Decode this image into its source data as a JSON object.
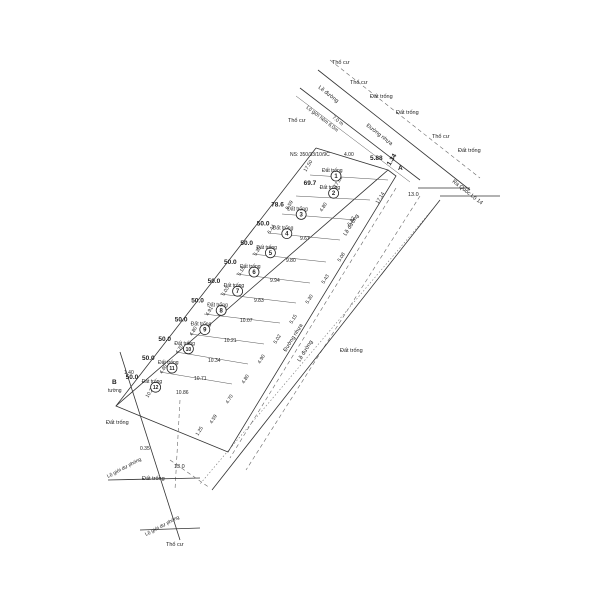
{
  "labels": {
    "tho_cu_1": "Thổ cư",
    "tho_cu_2": "Thổ cư",
    "le_duong_top": "Lề đường",
    "dat_trong_top1": "Đất trống",
    "dat_trong_top2": "Đất trống",
    "tho_cu_3": "Thổ cư",
    "tho_cu_left": "Thổ cư",
    "lo_gioi": "Lộ giới hẻm 6.0m",
    "width_7": "7.0 m",
    "duong_nhua_top": "Đường nhựa",
    "tho_cu_right": "Thổ cư",
    "dat_trong_right": "Đất trống",
    "ns": "NS: 350/33/10/9C",
    "ra_quoc_lo": "Ra Quốc Lộ 14",
    "d13": "13.0",
    "le_duong_mid": "Lề đường",
    "duong_nhua_mid": "Đường nhựa",
    "le_duong_lower": "Lề đường",
    "dat_trong_center": "Đất trống",
    "tuong": "tường",
    "dat_trong_left": "Đất trống",
    "lo_gioi_left": "Lộ giới dự phóng",
    "d035": "0.35",
    "d13_bottom": "13.0",
    "dat_trong_bottom": "Đất trống",
    "lo_gioi_bottom": "Lộ giới dự phóng",
    "tho_cu_bottom": "Thổ cư",
    "b_label": "B",
    "a_label": "A"
  },
  "lots": [
    {
      "number": "1",
      "area": "",
      "label": "Đất trống"
    },
    {
      "number": "2",
      "area": "69.7",
      "label": "Đất trống"
    },
    {
      "number": "3",
      "area": "78.6",
      "label": "Đất trống"
    },
    {
      "number": "4",
      "area": "50.0",
      "label": "Đất trống"
    },
    {
      "number": "5",
      "area": "50.0",
      "label": "Đất trống"
    },
    {
      "number": "6",
      "area": "50.0",
      "label": "Đất trống"
    },
    {
      "number": "7",
      "area": "50.0",
      "label": "Đất trống"
    },
    {
      "number": "8",
      "area": "50.0",
      "label": "Đất trống"
    },
    {
      "number": "9",
      "area": "50.0",
      "label": "Đất trống"
    },
    {
      "number": "10",
      "area": "50.0",
      "label": "Đất trống"
    },
    {
      "number": "11",
      "area": "50.0",
      "label": "Đất trống"
    },
    {
      "number": "12",
      "area": "50.0",
      "label": "Đất trống"
    }
  ],
  "dimensions": {
    "top_a": "4.00",
    "top_b": "5.88",
    "top_c": "1.34",
    "s1": "17.50",
    "s2": "17.08",
    "s3": "17.14",
    "w1": "5.59",
    "w2": "4.80",
    "w3": "5.82",
    "w4": "5.44",
    "w5": "5.30",
    "w6": "5.16",
    "w7": "5.03",
    "w8": "4.91",
    "w9": "4.80",
    "w10": "4.70",
    "w11": "4.60",
    "w12": "1.40",
    "d1": "9.67",
    "d2": "9.80",
    "d3": "9.94",
    "d4": "9.83",
    "d5": "10.07",
    "d6": "10.21",
    "d7": "10.34",
    "d8": "10.71",
    "d9": "10.86",
    "d10": "10.22",
    "e1": "5.08",
    "e2": "5.43",
    "e3": "5.30",
    "e4": "5.15",
    "e5": "5.02",
    "e6": "4.90",
    "e7": "4.80",
    "e8": "4.70",
    "e9": "4.59",
    "e10": "1.25"
  }
}
